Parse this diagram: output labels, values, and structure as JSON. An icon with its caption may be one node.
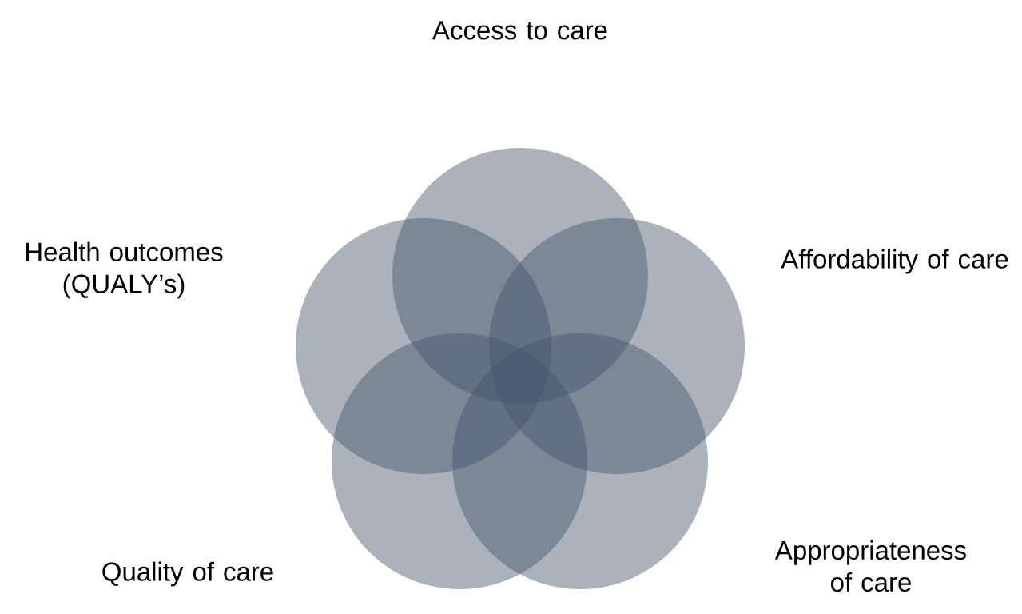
{
  "diagram": {
    "nodes": [
      {
        "text": [
          "Access to care"
        ]
      },
      {
        "text": [
          "Affordability of care"
        ]
      },
      {
        "text": [
          "Appropriateness of care"
        ]
      },
      {
        "text": [
          "Quality of care"
        ]
      },
      {
        "text": [
          "Health outcomes (QUALY’s)"
        ]
      }
    ]
  }
}
